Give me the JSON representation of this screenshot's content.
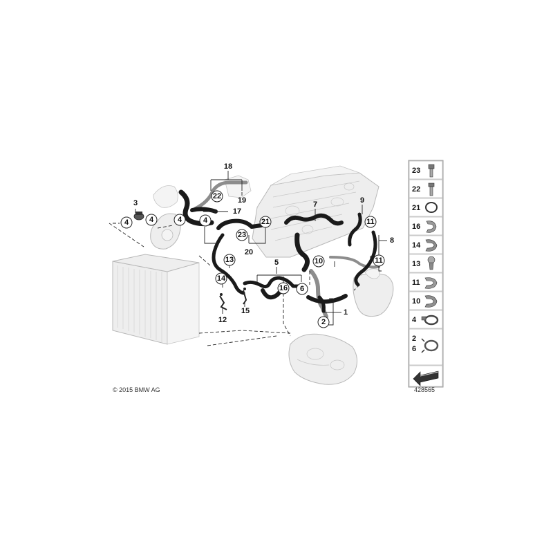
{
  "copyright": "© 2015 BMW AG",
  "diagram_number": "428565",
  "callouts": [
    "1",
    "2",
    "3",
    "4",
    "5",
    "6",
    "7",
    "8",
    "9",
    "10",
    "11",
    "12",
    "13",
    "14",
    "15",
    "16",
    "17",
    "18",
    "19",
    "20",
    "21",
    "22",
    "23"
  ],
  "legend": {
    "items": [
      {
        "number": "23",
        "icon": "bolt-icon"
      },
      {
        "number": "22",
        "icon": "bolt-icon"
      },
      {
        "number": "21",
        "icon": "seal-ring-icon"
      },
      {
        "number": "16",
        "icon": "hose-clip-icon"
      },
      {
        "number": "14",
        "icon": "hose-clip-icon"
      },
      {
        "number": "13",
        "icon": "expanding-rivet-icon"
      },
      {
        "number": "11",
        "icon": "hose-clip-icon"
      },
      {
        "number": "10",
        "icon": "hose-clip-icon"
      },
      {
        "number": "4",
        "icon": "hose-clamp-icon"
      },
      {
        "number": "2",
        "icon": "spring-clamp-icon"
      },
      {
        "number": "6",
        "icon": "spring-clamp-icon"
      }
    ],
    "footer_icon": "front-direction-arrow-icon"
  }
}
